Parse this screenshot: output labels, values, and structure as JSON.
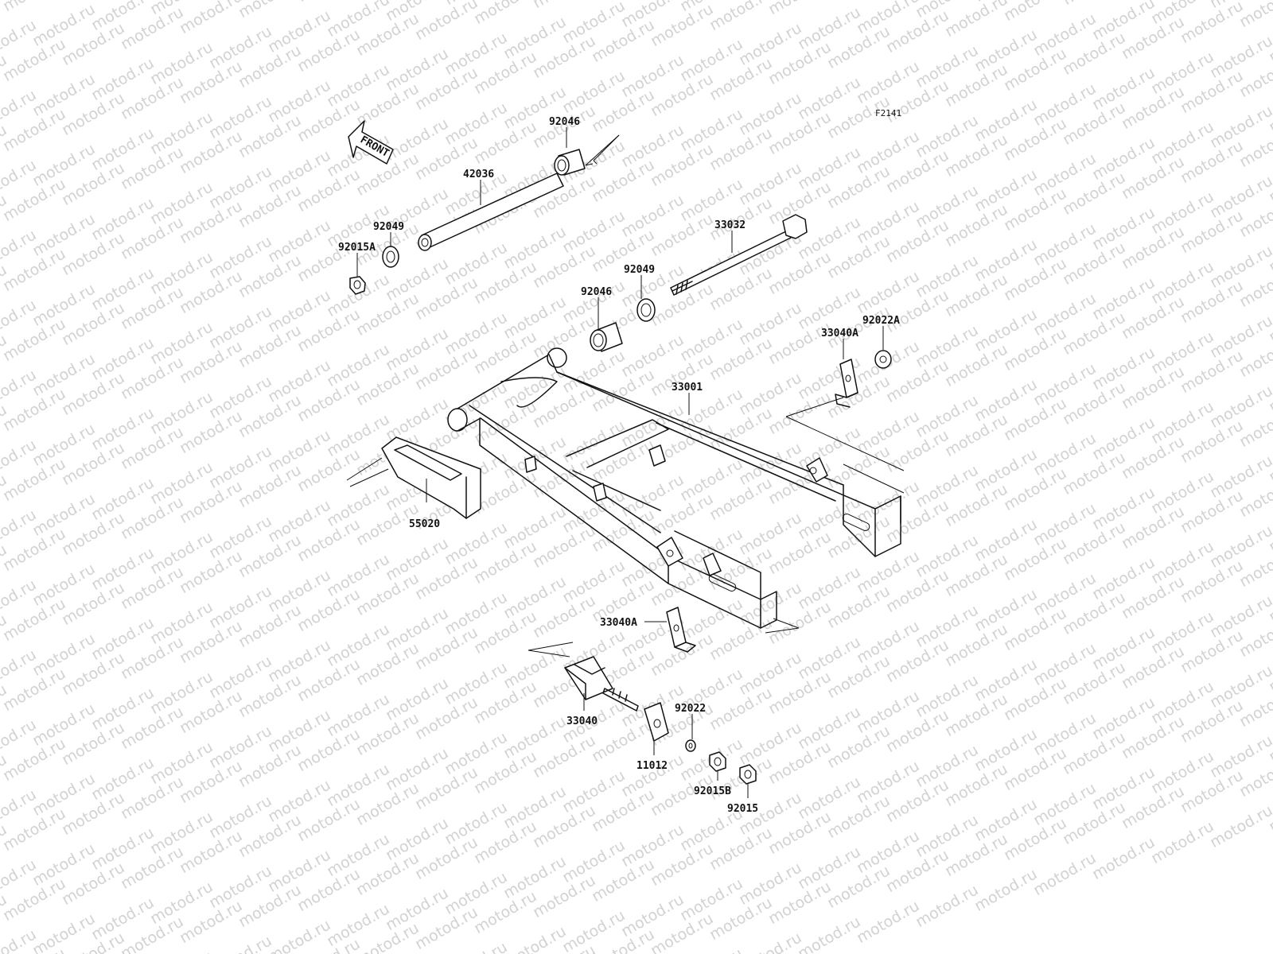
{
  "figure_code": "F2141",
  "front_label": "FRONT",
  "watermark_text": "motod.ru",
  "parts": [
    {
      "id": "p-42036",
      "number": "42036"
    },
    {
      "id": "p-92046-top",
      "number": "92046"
    },
    {
      "id": "p-92049-left",
      "number": "92049"
    },
    {
      "id": "p-92015A",
      "number": "92015A"
    },
    {
      "id": "p-33032",
      "number": "33032"
    },
    {
      "id": "p-92049-mid",
      "number": "92049"
    },
    {
      "id": "p-92046-mid",
      "number": "92046"
    },
    {
      "id": "p-33040A-top",
      "number": "33040A"
    },
    {
      "id": "p-92022A",
      "number": "92022A"
    },
    {
      "id": "p-33001",
      "number": "33001"
    },
    {
      "id": "p-55020",
      "number": "55020"
    },
    {
      "id": "p-33040A-bottom",
      "number": "33040A"
    },
    {
      "id": "p-33040",
      "number": "33040"
    },
    {
      "id": "p-92022",
      "number": "92022"
    },
    {
      "id": "p-11012",
      "number": "11012"
    },
    {
      "id": "p-92015B",
      "number": "92015B"
    },
    {
      "id": "p-92015",
      "number": "92015"
    }
  ]
}
